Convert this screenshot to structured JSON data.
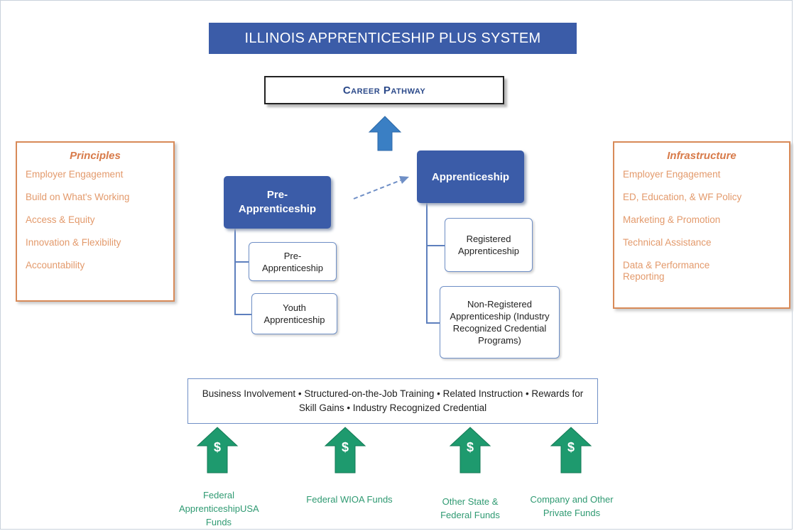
{
  "title": "ILLINOIS APPRENTICESHIP PLUS SYSTEM",
  "career_pathway": "Career Pathway",
  "principles": {
    "title": "Principles",
    "items": [
      "Employer Engagement",
      "Build on What's Working",
      "Access & Equity",
      "Innovation & Flexibility",
      "Accountability"
    ]
  },
  "infrastructure": {
    "title": "Infrastructure",
    "items": [
      "Employer Engagement",
      "ED, Education, & WF Policy",
      "Marketing & Promotion",
      "Technical Assistance",
      "Data & Performance Reporting"
    ]
  },
  "pre_apprenticeship": {
    "label": "Pre-Apprenticeship",
    "children": [
      "Pre-Apprenticeship",
      "Youth Apprenticeship"
    ]
  },
  "apprenticeship": {
    "label": "Apprenticeship",
    "children": [
      "Registered Apprenticeship",
      "Non-Registered Apprenticeship (Industry Recognized Credential Programs)"
    ]
  },
  "components": "Business Involvement • Structured-on-the-Job Training • Related Instruction • Rewards for Skill Gains • Industry Recognized Credential",
  "funding": {
    "symbol": "$",
    "sources": [
      "Federal ApprenticeshipUSA Funds",
      "Federal WIOA Funds",
      "Other State & Federal Funds",
      "Company and Other Private Funds"
    ]
  },
  "colors": {
    "primary_blue": "#3b5ca8",
    "accent_orange": "#d88a58",
    "funding_green": "#1e9a6e",
    "arrow_blue": "#3a7fc4"
  }
}
